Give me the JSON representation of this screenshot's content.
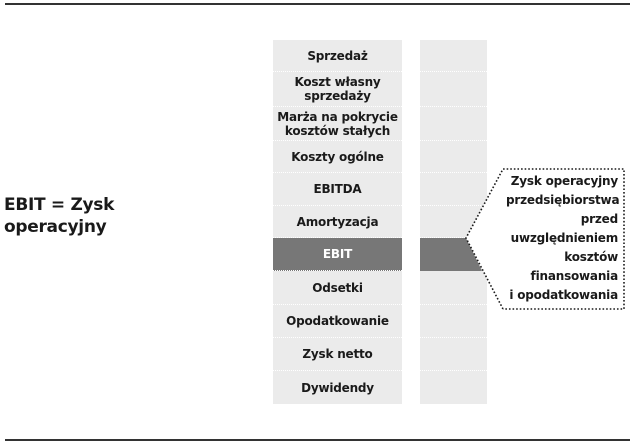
{
  "left_label": {
    "line1": "EBIT = Zysk",
    "line2": "operacyjny"
  },
  "rows": [
    {
      "label": "Sprzedaż",
      "highlight": false
    },
    {
      "label": "Koszt własny sprzedaży",
      "highlight": false
    },
    {
      "label": "Marża na pokrycie kosztów stałych",
      "highlight": false
    },
    {
      "label": "Koszty ogólne",
      "highlight": false
    },
    {
      "label": "EBITDA",
      "highlight": false
    },
    {
      "label": "Amortyzacja",
      "highlight": false
    },
    {
      "label": "EBIT",
      "highlight": true
    },
    {
      "label": "Odsetki",
      "highlight": false
    },
    {
      "label": "Opodatkowanie",
      "highlight": false
    },
    {
      "label": "Zysk netto",
      "highlight": false
    },
    {
      "label": "Dywidendy",
      "highlight": false
    }
  ],
  "row_text": {
    "r0": "Sprzedaż",
    "r1a": "Koszt własny",
    "r1b": "sprzedaży",
    "r2a": "Marża na pokrycie",
    "r2b": "kosztów stałych",
    "r3": "Koszty ogólne",
    "r4": "EBITDA",
    "r5": "Amortyzacja",
    "r6": "EBIT",
    "r7": "Odsetki",
    "r8": "Opodatkowanie",
    "r9": "Zysk netto",
    "r10": "Dywidendy"
  },
  "callout": {
    "lines": [
      "Zysk operacyjny",
      "przedsiębiorstwa",
      "przed",
      "uwzględnieniem",
      "kosztów",
      "finansowania",
      "i opodatkowania"
    ]
  },
  "colors": {
    "cell_bg": "#ebebeb",
    "highlight_bg": "#777777",
    "text": "#1a1a1a",
    "rule": "#333333"
  }
}
